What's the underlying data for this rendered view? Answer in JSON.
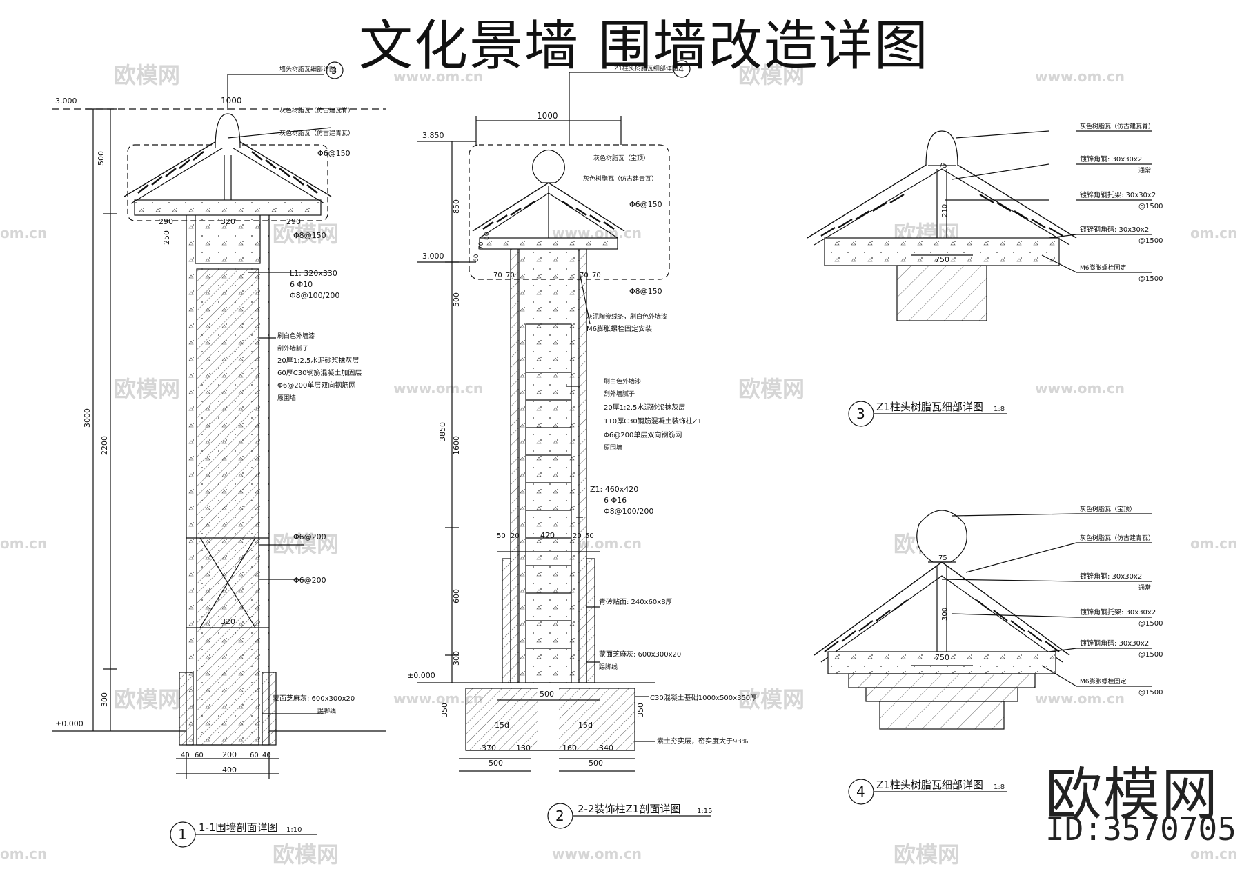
{
  "title": "文化景墙  围墙改造详图",
  "brand": {
    "name": "欧模网",
    "id": "ID:3570705"
  },
  "watermarks": {
    "logo": "欧模网",
    "url": "www.om.cn",
    "url_short": "om.cn"
  },
  "view1": {
    "callout_num": "1",
    "caption": "1-1围墙剖面详图",
    "scale": "1:10",
    "ref_label": "墙头树脂瓦细部详图",
    "ref_num": "3",
    "elev_top": "3.000",
    "elev_bottom": "±0.000",
    "dim_width_top": "1000",
    "dims": {
      "d500": "500",
      "d250": "250",
      "d3000": "3000",
      "d2200": "2200",
      "d300": "300",
      "d290a": "290",
      "d320a": "320",
      "d290b": "290",
      "d320b": "320",
      "d40a": "40",
      "d60a": "60",
      "d200": "200",
      "d60b": "60",
      "d40b": "40",
      "d400": "400"
    },
    "notes": {
      "tile_ridge": "灰色树脂瓦（仿古建瓦脊）",
      "tile": "灰色树脂瓦（仿古建青瓦）",
      "rebar_top": "Φ6@150",
      "rebar_bottom": "Φ8@150",
      "beam_1": "L1: 320x330",
      "beam_2": "6 Φ10",
      "beam_3": "Φ8@100/200",
      "layer_1": "刷白色外墙漆",
      "layer_2": "刮外墙腻子",
      "layer_3": "20厚1:2.5水泥砂浆抹灰层",
      "layer_4": "60厚C30钢筋混凝土加固层",
      "layer_5": "Φ6@200单层双向钢筋网",
      "layer_6": "原围墙",
      "tie_1": "Φ6@200",
      "tie_2": "Φ6@200",
      "base_1": "蒙面芝麻灰: 600x300x20",
      "base_2": "踢脚线"
    }
  },
  "view2": {
    "callout_num": "2",
    "caption": "2-2装饰柱Z1剖面详图",
    "scale": "1:15",
    "ref_label": "Z1柱头树脂瓦细部详图",
    "ref_num": "4",
    "elev_top": "3.850",
    "elev_mid": "3.000",
    "elev_bottom": "±0.000",
    "dim_width_top": "1000",
    "dims": {
      "d850": "850",
      "d60": "60",
      "d70": "70",
      "d80": "80",
      "d500": "500",
      "d3850": "3850",
      "d1600": "1600",
      "d600": "600",
      "d300": "300",
      "d350a": "350",
      "d350b": "350",
      "d70a": "70",
      "d70b": "70",
      "d70c": "70",
      "d70d": "70",
      "d50a": "50",
      "d20a": "20",
      "d420": "420",
      "d20b": "20",
      "d50b": "50",
      "d500b": "500",
      "d370": "370",
      "d130": "130",
      "d160": "160",
      "d340": "340",
      "d500c": "500",
      "d500d": "500",
      "d15a": "15d",
      "d15b": "15d"
    },
    "notes": {
      "ball": "灰色树脂瓦（宝顶）",
      "tile": "灰色树脂瓦（仿古建青瓦）",
      "rebar_top": "Φ6@150",
      "rebar_bottom": "Φ8@150",
      "line_1": "灰泥陶瓷线条，刷白色外墙漆",
      "line_2": "M6膨胀螺栓固定安装",
      "layer_1": "刷白色外墙漆",
      "layer_2": "刮外墙腻子",
      "layer_3": "20厚1:2.5水泥砂浆抹灰层",
      "layer_4": "110厚C30钢筋混凝土装饰柱Z1",
      "layer_5": "Φ6@200单层双向钢筋网",
      "layer_6": "原围墙",
      "col_1": "Z1: 460x420",
      "col_2": "6 Φ16",
      "col_3": "Φ8@100/200",
      "brick": "青砖贴面: 240x60x8厚",
      "base_1": "蒙面芝麻灰: 600x300x20",
      "base_2": "踢脚线",
      "footing": "C30混凝土基础1000x500x350厚",
      "soil": "素土夯实层，密实度大于93%"
    }
  },
  "view3": {
    "callout_num": "3",
    "caption": "Z1柱头树脂瓦细部详图",
    "scale": "1:8",
    "dims": {
      "d75": "75",
      "d210": "210",
      "d750": "750"
    },
    "notes": {
      "n1": "灰色树脂瓦（仿古建瓦脊）",
      "n2a": "镀锌角钢: 30x30x2",
      "n2b": "通常",
      "n3a": "镀锌角钢托架: 30x30x2",
      "n3b": "@1500",
      "n4a": "镀锌钢角码: 30x30x2",
      "n4b": "@1500",
      "n5a": "M6膨胀螺栓固定",
      "n5b": "@1500"
    }
  },
  "view4": {
    "callout_num": "4",
    "caption": "Z1柱头树脂瓦细部详图",
    "scale": "1:8",
    "dims": {
      "d75": "75",
      "d300": "300",
      "d750": "750"
    },
    "notes": {
      "n0": "灰色树脂瓦（宝顶）",
      "n1": "灰色树脂瓦（仿古建青瓦）",
      "n2a": "镀锌角钢: 30x30x2",
      "n2b": "通常",
      "n3a": "镀锌角钢托架: 30x30x2",
      "n3b": "@1500",
      "n4a": "镀锌钢角码: 30x30x2",
      "n4b": "@1500",
      "n5a": "M6膨胀螺栓固定",
      "n5b": "@1500"
    }
  }
}
